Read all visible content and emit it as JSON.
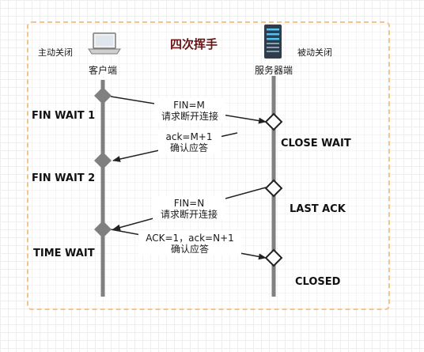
{
  "title": "四次挥手",
  "client": {
    "role_label": "主动关闭",
    "name": "客户端"
  },
  "server": {
    "role_label": "被动关闭",
    "name": "服务器端"
  },
  "client_states": [
    "FIN WAIT 1",
    "FIN WAIT 2",
    "TIME WAIT"
  ],
  "server_states": [
    "CLOSE WAIT",
    "LAST ACK",
    "CLOSED"
  ],
  "messages": [
    {
      "line1": "FIN=M",
      "line2": "请求断开连接"
    },
    {
      "line1": "ack=M+1",
      "line2": "确认应答"
    },
    {
      "line1": "FIN=N",
      "line2": "请求断开连接"
    },
    {
      "line1": "ACK=1，ack=N+1",
      "line2": "确认应答"
    }
  ],
  "colors": {
    "lifeline": "#808080",
    "arrow": "#222222",
    "frame": "#f5c48c",
    "title": "#6b1414"
  }
}
